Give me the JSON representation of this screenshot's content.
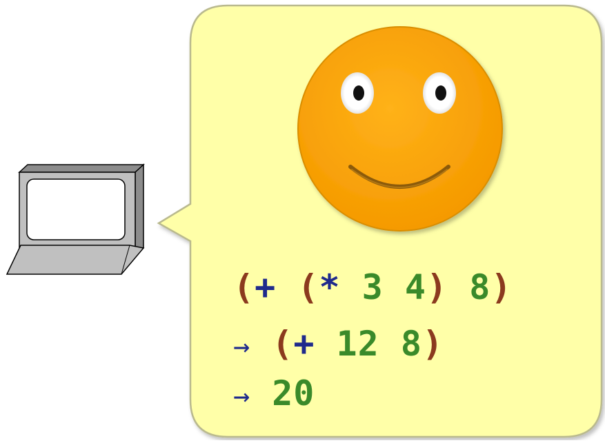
{
  "colors": {
    "bubble_fill": "#ffffa8",
    "bubble_stroke": "#b9b98e",
    "face_fill": "#ffa500",
    "face_stroke": "#d98d00",
    "paren": "#8b3a1e",
    "operator": "#1f2a8c",
    "number": "#3a8a2a",
    "arrow": "#1f2a8c"
  },
  "icons": {
    "computer": "laptop-computer-icon",
    "face": "smiley-face-icon"
  },
  "code_lines": [
    {
      "tokens": [
        {
          "text": "(",
          "kind": "paren"
        },
        {
          "text": "+",
          "kind": "op"
        },
        {
          "text": " ",
          "kind": "space"
        },
        {
          "text": "(",
          "kind": "paren"
        },
        {
          "text": "*",
          "kind": "op"
        },
        {
          "text": " ",
          "kind": "space"
        },
        {
          "text": "3",
          "kind": "num"
        },
        {
          "text": " ",
          "kind": "space"
        },
        {
          "text": "4",
          "kind": "num"
        },
        {
          "text": ")",
          "kind": "paren"
        },
        {
          "text": " ",
          "kind": "space"
        },
        {
          "text": "8",
          "kind": "num"
        },
        {
          "text": ")",
          "kind": "paren"
        }
      ]
    },
    {
      "tokens": [
        {
          "text": "→",
          "kind": "arrow"
        },
        {
          "text": " ",
          "kind": "space"
        },
        {
          "text": "(",
          "kind": "paren"
        },
        {
          "text": "+",
          "kind": "op"
        },
        {
          "text": " ",
          "kind": "space"
        },
        {
          "text": "12",
          "kind": "num"
        },
        {
          "text": " ",
          "kind": "space"
        },
        {
          "text": "8",
          "kind": "num"
        },
        {
          "text": ")",
          "kind": "paren"
        }
      ]
    },
    {
      "tokens": [
        {
          "text": "→",
          "kind": "arrow"
        },
        {
          "text": " ",
          "kind": "space"
        },
        {
          "text": "20",
          "kind": "num"
        }
      ]
    }
  ]
}
